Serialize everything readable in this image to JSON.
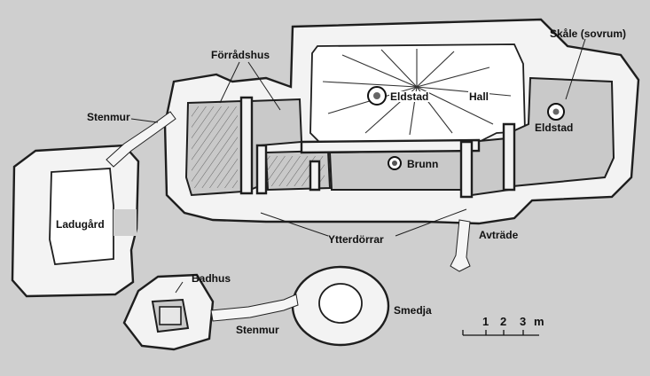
{
  "labels": {
    "forradshus": "Förrådshus",
    "stenmur_top": "Stenmur",
    "eldstad_hall": "Eldstad",
    "hall": "Hall",
    "skale": "Skåle (sovrum)",
    "eldstad_skale": "Eldstad",
    "brunn": "Brunn",
    "ladugard": "Ladugård",
    "ytterdorrar": "Ytterdörrar",
    "avtrade": "Avträde",
    "badhus": "Badhus",
    "smedja": "Smedja",
    "stenmur_bottom": "Stenmur"
  },
  "scale": {
    "ticks": [
      "1",
      "2",
      "3"
    ],
    "unit": "m"
  }
}
